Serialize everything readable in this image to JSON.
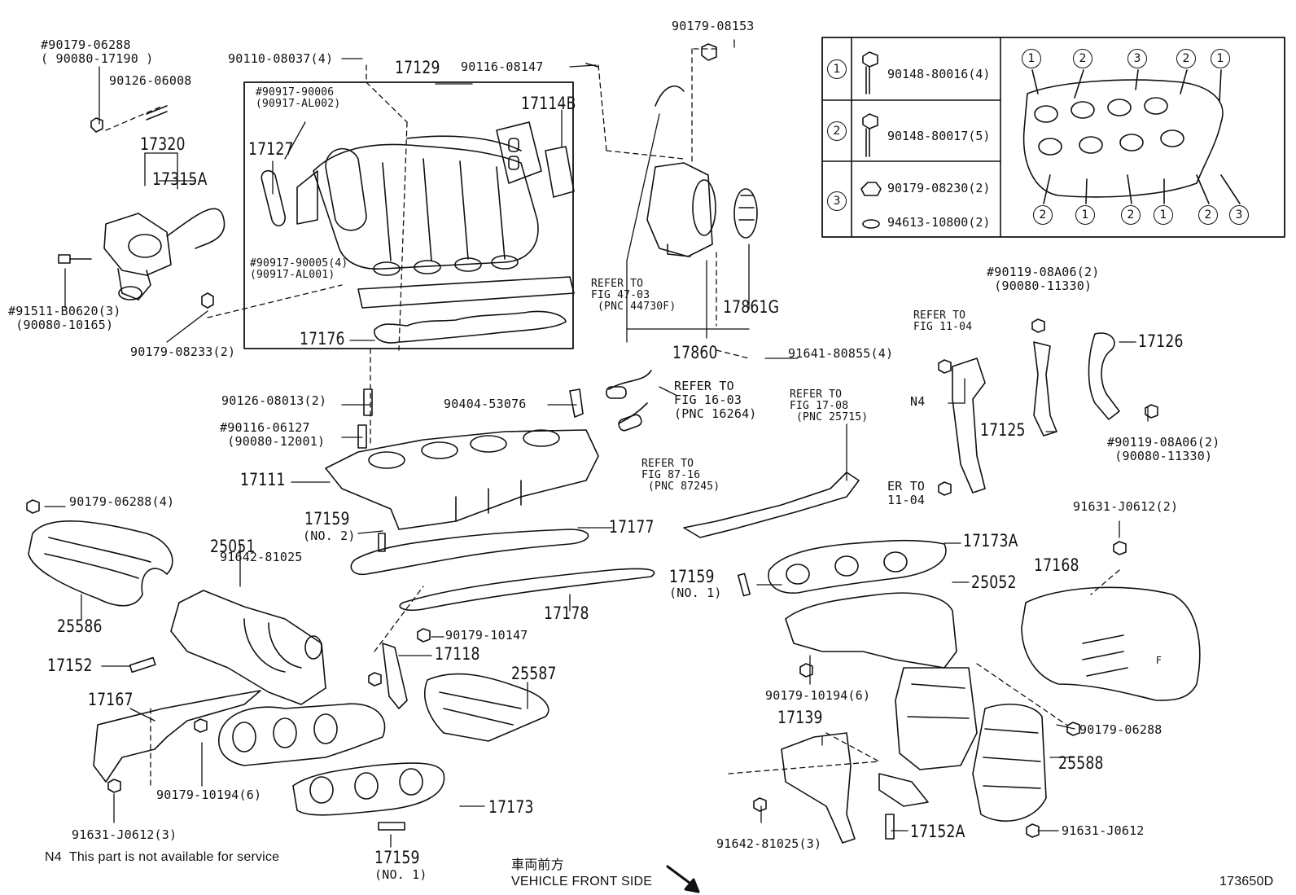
{
  "diagram_id": "173650D",
  "footnote": "N4  This part is not available for service",
  "vehicle_front_jp": "車両前方",
  "vehicle_front_en": "VEHICLE FRONT SIDE",
  "legend": {
    "rows": [
      {
        "key": "1",
        "part": "90148-80016(4)"
      },
      {
        "key": "2",
        "part": "90148-80017(5)"
      },
      {
        "key": "3",
        "part_a": "90179-08230(2)",
        "part_b": "94613-10800(2)"
      }
    ],
    "circle_top": [
      "1",
      "2",
      "3",
      "2",
      "1"
    ],
    "circle_bottom": [
      "2",
      "1",
      "2",
      "1",
      "2",
      "3"
    ]
  },
  "labels": {
    "l_90179_06288_a": "#90179-06288\n( 90080-17190 )",
    "l_90126_06008": "90126-06008",
    "l_17320": "17320",
    "l_17315A": "17315A",
    "l_91511": "#91511-B0620(3)\n (90080-10165)",
    "l_90179_08233": "90179-08233(2)",
    "l_90110_08037": "90110-08037(4)",
    "l_17129": "17129",
    "l_90917_90006": "#90917-90006\n(90917-AL002)",
    "l_17127": "17127",
    "l_90917_90005": "#90917-90005(4)\n(90917-AL001)",
    "l_17176": "17176",
    "l_17114B": "17114B",
    "l_90116_08147": "90116-08147",
    "l_90179_08153": "90179-08153",
    "l_refer_47": "REFER TO\nFIG 47-03\n (PNC 44730F)",
    "l_17861G": "17861G",
    "l_17860": "17860",
    "l_91641": "91641-80855(4)",
    "l_90126_08013": "90126-08013(2)",
    "l_90116_06127": "#90116-06127\n (90080-12001)",
    "l_90404": "90404-53076",
    "l_refer_16": "REFER TO\nFIG 16-03\n(PNC 16264)",
    "l_refer_87": "REFER TO\nFIG 87-16\n (PNC 87245)",
    "l_refer_17": "REFER TO\nFIG 17-08\n (PNC 25715)",
    "l_17111": "17111",
    "l_17159_no2": "17159",
    "l_no2": "(NO. 2)",
    "l_91642_81025": "91642-81025",
    "l_17177": "17177",
    "l_17178": "17178",
    "l_90179_06288_4": "90179-06288(4)",
    "l_25051": "25051",
    "l_25586": "25586",
    "l_17152": "17152",
    "l_90179_10147": "90179-10147",
    "l_17118": "17118",
    "l_25587": "25587",
    "l_17167": "17167",
    "l_90179_10194_a": "90179-10194(6)",
    "l_91631_j0612_3": "91631-J0612(3)",
    "l_17173": "17173",
    "l_17159_no1_b": "17159",
    "l_no1_b": "(NO. 1)",
    "l_refer_11_a": "REFER TO\nFIG 11-04",
    "l_n4": "N4",
    "l_er_to": "ER TO\n11-04",
    "l_90119_a": "#90119-08A06(2)\n (90080-11330)",
    "l_17126": "17126",
    "l_17125": "17125",
    "l_90119_b": "#90119-08A06(2)\n (90080-11330)",
    "l_17173A": "17173A",
    "l_17159_no1_a": "17159",
    "l_no1_a": "(NO. 1)",
    "l_25052": "25052",
    "l_91631_j0612_2": "91631-J0612(2)",
    "l_17168": "17168",
    "l_90179_10194_b": "90179-10194(6)",
    "l_17139": "17139",
    "l_90179_06288_b": "90179-06288",
    "l_25588": "25588",
    "l_91642_81025_3": "91642-81025(3)",
    "l_17152A": "17152A",
    "l_91631_j0612": "91631-J0612"
  }
}
